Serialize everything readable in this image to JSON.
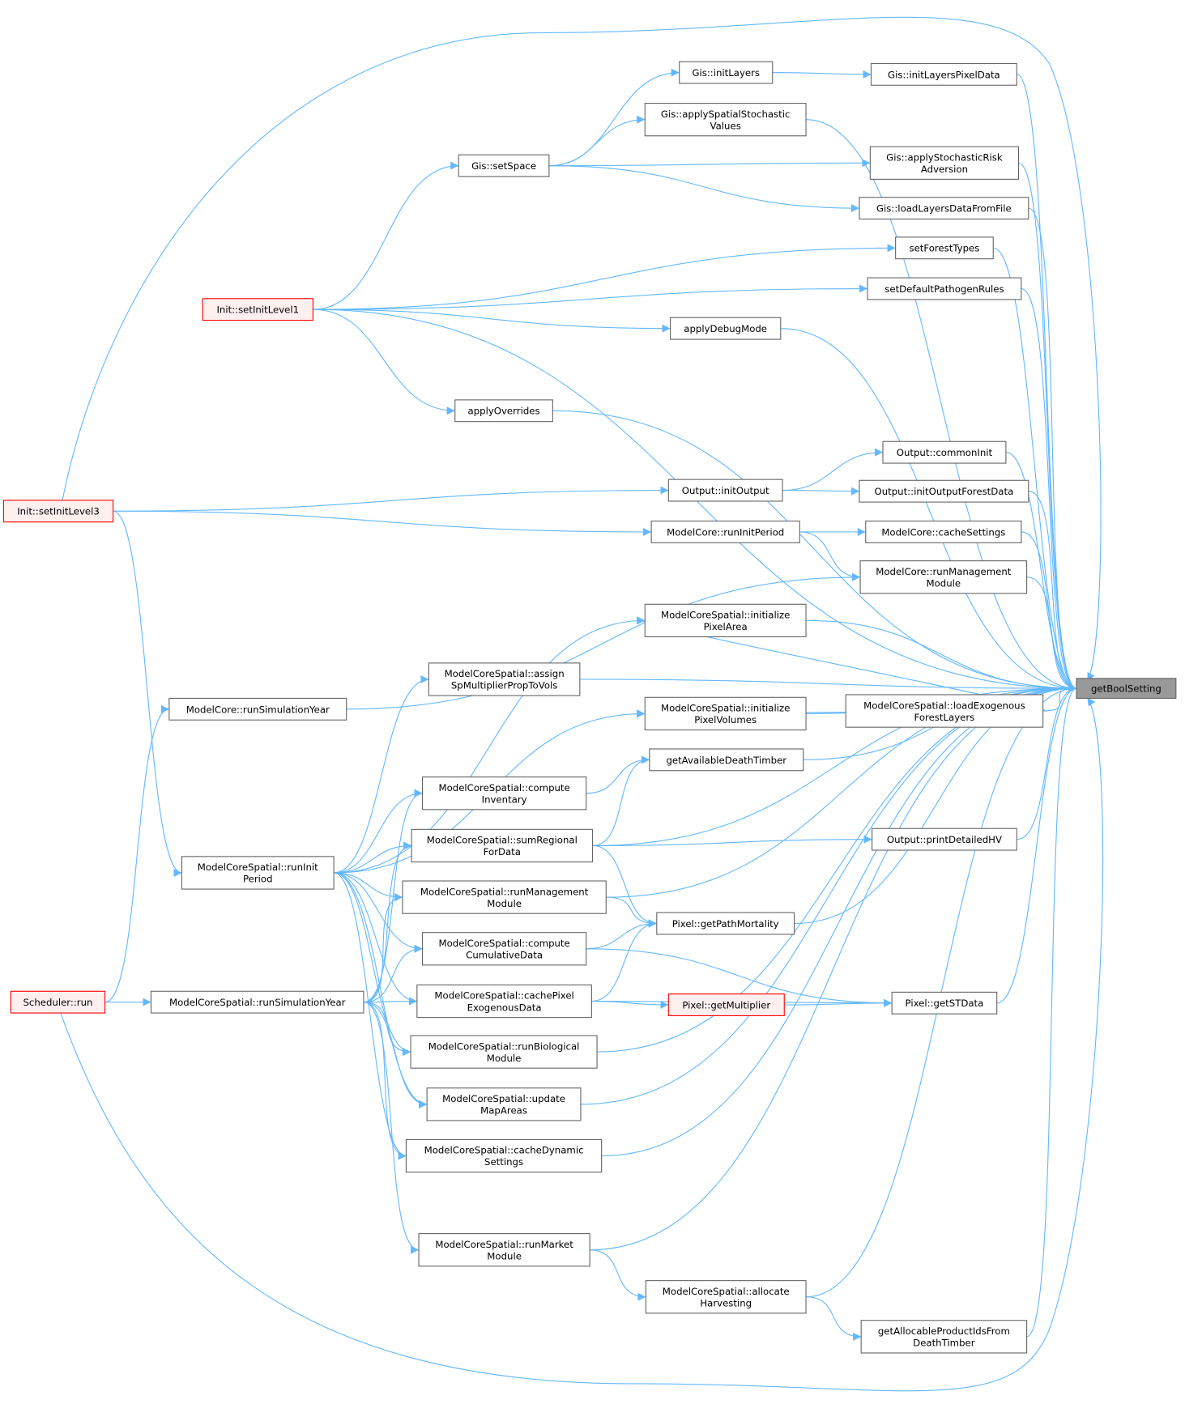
{
  "title": "getBoolSetting caller graph",
  "colors": {
    "edge": "#63b8ff",
    "focus_fill": "#999999",
    "node_border": "#666666",
    "truncated_border": "#ff0000"
  },
  "nodes": {
    "gbs": {
      "lines": [
        "getBoolSetting"
      ],
      "kind": "focus"
    },
    "initLayersPixelData": {
      "lines": [
        "Gis::initLayersPixelData"
      ]
    },
    "initLayers": {
      "lines": [
        "Gis::initLayers"
      ]
    },
    "applySpatial": {
      "lines": [
        "Gis::applySpatialStochastic",
        "Values"
      ]
    },
    "applyRisk": {
      "lines": [
        "Gis::applyStochasticRisk",
        "Adversion"
      ]
    },
    "setSpace": {
      "lines": [
        "Gis::setSpace"
      ]
    },
    "loadLayers": {
      "lines": [
        "Gis::loadLayersDataFromFile"
      ]
    },
    "setForestTypes": {
      "lines": [
        "setForestTypes"
      ]
    },
    "setDefaultPathogenRules": {
      "lines": [
        "setDefaultPathogenRules"
      ]
    },
    "setInitLevel1": {
      "lines": [
        "Init::setInitLevel1"
      ],
      "kind": "red"
    },
    "applyDebugMode": {
      "lines": [
        "applyDebugMode"
      ]
    },
    "applyOverrides": {
      "lines": [
        "applyOverrides"
      ]
    },
    "commonInit": {
      "lines": [
        "Output::commonInit"
      ]
    },
    "initOutput": {
      "lines": [
        "Output::initOutput"
      ]
    },
    "initOutputForestData": {
      "lines": [
        "Output::initOutputForestData"
      ]
    },
    "setInitLevel3": {
      "lines": [
        "Init::setInitLevel3"
      ],
      "kind": "red"
    },
    "mcRunInitPeriod": {
      "lines": [
        "ModelCore::runInitPeriod"
      ]
    },
    "mcCacheSettings": {
      "lines": [
        "ModelCore::cacheSettings"
      ]
    },
    "mcRunManagement": {
      "lines": [
        "ModelCore::runManagement",
        "Module"
      ]
    },
    "initPixelArea": {
      "lines": [
        "ModelCoreSpatial::initialize",
        "PixelArea"
      ]
    },
    "assignSp": {
      "lines": [
        "ModelCoreSpatial::assign",
        "SpMultiplierPropToVols"
      ]
    },
    "mcRunSimYear": {
      "lines": [
        "ModelCore::runSimulationYear"
      ]
    },
    "initPixelVolumes": {
      "lines": [
        "ModelCoreSpatial::initialize",
        "PixelVolumes"
      ]
    },
    "loadExogenous": {
      "lines": [
        "ModelCoreSpatial::loadExogenous",
        "ForestLayers"
      ]
    },
    "getAvailDeath": {
      "lines": [
        "getAvailableDeathTimber"
      ]
    },
    "computeInventary": {
      "lines": [
        "ModelCoreSpatial::compute",
        "Inventary"
      ]
    },
    "printDetailedHV": {
      "lines": [
        "Output::printDetailedHV"
      ]
    },
    "sumRegional": {
      "lines": [
        "ModelCoreSpatial::sumRegional",
        "ForData"
      ]
    },
    "mcsRunInit": {
      "lines": [
        "ModelCoreSpatial::runInit",
        "Period"
      ]
    },
    "mcsRunManagement": {
      "lines": [
        "ModelCoreSpatial::runManagement",
        "Module"
      ]
    },
    "getPathMortality": {
      "lines": [
        "Pixel::getPathMortality"
      ]
    },
    "computeCumulative": {
      "lines": [
        "ModelCoreSpatial::compute",
        "CumulativeData"
      ]
    },
    "schedulerRun": {
      "lines": [
        "Scheduler::run"
      ],
      "kind": "red"
    },
    "mcsRunSimYear": {
      "lines": [
        "ModelCoreSpatial::runSimulationYear"
      ]
    },
    "cachePixel": {
      "lines": [
        "ModelCoreSpatial::cachePixel",
        "ExogenousData"
      ]
    },
    "getMultiplier": {
      "lines": [
        "Pixel::getMultiplier"
      ],
      "kind": "red"
    },
    "getSTData": {
      "lines": [
        "Pixel::getSTData"
      ]
    },
    "runBiological": {
      "lines": [
        "ModelCoreSpatial::runBiological",
        "Module"
      ]
    },
    "updateMapAreas": {
      "lines": [
        "ModelCoreSpatial::update",
        "MapAreas"
      ]
    },
    "cacheDynamic": {
      "lines": [
        "ModelCoreSpatial::cacheDynamic",
        "Settings"
      ]
    },
    "runMarket": {
      "lines": [
        "ModelCoreSpatial::runMarket",
        "Module"
      ]
    },
    "allocateHarvesting": {
      "lines": [
        "ModelCoreSpatial::allocate",
        "Harvesting"
      ]
    },
    "getAllocable": {
      "lines": [
        "getAllocableProductIdsFrom",
        "DeathTimber"
      ]
    }
  },
  "edges": [
    [
      "initLayersPixelData",
      "gbs"
    ],
    [
      "initLayers",
      "initLayersPixelData"
    ],
    [
      "setSpace",
      "initLayers"
    ],
    [
      "setSpace",
      "applySpatial"
    ],
    [
      "setSpace",
      "applyRisk"
    ],
    [
      "setSpace",
      "loadLayers"
    ],
    [
      "applySpatial",
      "gbs"
    ],
    [
      "applyRisk",
      "gbs"
    ],
    [
      "loadLayers",
      "gbs"
    ],
    [
      "setForestTypes",
      "gbs"
    ],
    [
      "setDefaultPathogenRules",
      "gbs"
    ],
    [
      "applyDebugMode",
      "gbs"
    ],
    [
      "applyOverrides",
      "gbs"
    ],
    [
      "setInitLevel1",
      "setSpace"
    ],
    [
      "setInitLevel1",
      "setForestTypes"
    ],
    [
      "setInitLevel1",
      "setDefaultPathogenRules"
    ],
    [
      "setInitLevel1",
      "applyDebugMode"
    ],
    [
      "setInitLevel1",
      "applyOverrides"
    ],
    [
      "setInitLevel1",
      "gbs"
    ],
    [
      "setInitLevel3",
      "gbs"
    ],
    [
      "setInitLevel3",
      "initOutput"
    ],
    [
      "setInitLevel3",
      "mcRunInitPeriod"
    ],
    [
      "setInitLevel3",
      "mcsRunInit"
    ],
    [
      "initOutput",
      "commonInit"
    ],
    [
      "initOutput",
      "initOutputForestData"
    ],
    [
      "commonInit",
      "gbs"
    ],
    [
      "initOutputForestData",
      "gbs"
    ],
    [
      "mcRunInitPeriod",
      "mcCacheSettings"
    ],
    [
      "mcRunInitPeriod",
      "mcRunManagement"
    ],
    [
      "mcCacheSettings",
      "gbs"
    ],
    [
      "mcRunManagement",
      "gbs"
    ],
    [
      "mcRunSimYear",
      "mcRunManagement"
    ],
    [
      "schedulerRun",
      "mcRunSimYear"
    ],
    [
      "schedulerRun",
      "mcsRunSimYear"
    ],
    [
      "schedulerRun",
      "gbs"
    ],
    [
      "initPixelArea",
      "gbs"
    ],
    [
      "loadExogenous",
      "initPixelArea"
    ],
    [
      "loadExogenous",
      "initPixelVolumes"
    ],
    [
      "loadExogenous",
      "gbs"
    ],
    [
      "initPixelVolumes",
      "gbs"
    ],
    [
      "assignSp",
      "gbs"
    ],
    [
      "getAvailDeath",
      "gbs"
    ],
    [
      "computeInventary",
      "getAvailDeath"
    ],
    [
      "sumRegional",
      "getAvailDeath"
    ],
    [
      "sumRegional",
      "printDetailedHV"
    ],
    [
      "sumRegional",
      "gbs"
    ],
    [
      "sumRegional",
      "getPathMortality"
    ],
    [
      "printDetailedHV",
      "gbs"
    ],
    [
      "mcsRunInit",
      "initPixelArea"
    ],
    [
      "mcsRunInit",
      "assignSp"
    ],
    [
      "mcsRunInit",
      "initPixelVolumes"
    ],
    [
      "mcsRunInit",
      "computeInventary"
    ],
    [
      "mcsRunInit",
      "sumRegional"
    ],
    [
      "mcsRunInit",
      "mcsRunManagement"
    ],
    [
      "mcsRunInit",
      "computeCumulative"
    ],
    [
      "mcsRunInit",
      "cachePixel"
    ],
    [
      "mcsRunInit",
      "runBiological"
    ],
    [
      "mcsRunInit",
      "updateMapAreas"
    ],
    [
      "mcsRunInit",
      "cacheDynamic"
    ],
    [
      "mcsRunManagement",
      "getPathMortality"
    ],
    [
      "mcsRunManagement",
      "gbs"
    ],
    [
      "computeCumulative",
      "getPathMortality"
    ],
    [
      "computeCumulative",
      "getSTData"
    ],
    [
      "cachePixel",
      "getPathMortality"
    ],
    [
      "cachePixel",
      "getMultiplier"
    ],
    [
      "cachePixel",
      "getSTData"
    ],
    [
      "getMultiplier",
      "getSTData"
    ],
    [
      "getPathMortality",
      "gbs"
    ],
    [
      "getSTData",
      "gbs"
    ],
    [
      "runBiological",
      "gbs"
    ],
    [
      "updateMapAreas",
      "gbs"
    ],
    [
      "cacheDynamic",
      "gbs"
    ],
    [
      "runMarket",
      "gbs"
    ],
    [
      "allocateHarvesting",
      "gbs"
    ],
    [
      "getAllocable",
      "gbs"
    ],
    [
      "runMarket",
      "allocateHarvesting"
    ],
    [
      "allocateHarvesting",
      "getAllocable"
    ],
    [
      "mcsRunSimYear",
      "computeInventary"
    ],
    [
      "mcsRunSimYear",
      "sumRegional"
    ],
    [
      "mcsRunSimYear",
      "mcsRunManagement"
    ],
    [
      "mcsRunSimYear",
      "computeCumulative"
    ],
    [
      "mcsRunSimYear",
      "cachePixel"
    ],
    [
      "mcsRunSimYear",
      "runBiological"
    ],
    [
      "mcsRunSimYear",
      "updateMapAreas"
    ],
    [
      "mcsRunSimYear",
      "cacheDynamic"
    ],
    [
      "mcsRunSimYear",
      "runMarket"
    ]
  ]
}
